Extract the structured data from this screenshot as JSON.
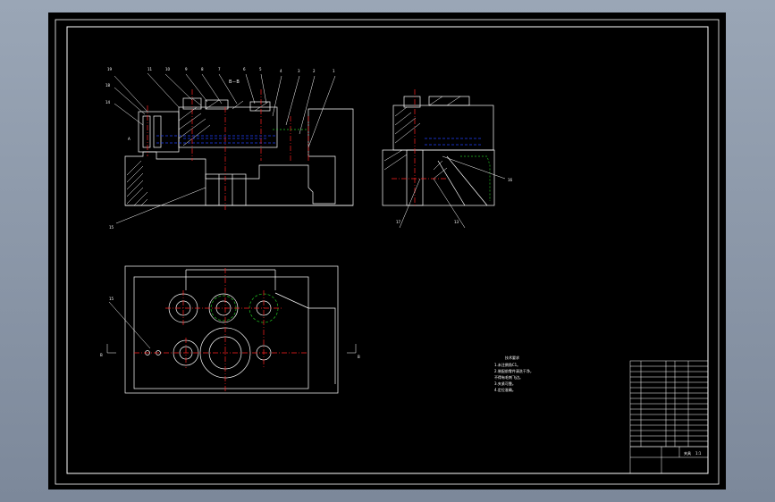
{
  "canvas": {
    "background": "#8a96a6",
    "sheet_background": "#000000",
    "line_color": "#ffffff",
    "center_line_color": "#ff2020",
    "hidden_line_color": "#2040ff",
    "alt_line_color": "#20c020"
  },
  "drawing": {
    "section_label": "B－B",
    "part_labels": [
      "19",
      "11",
      "10",
      "9",
      "8",
      "7",
      "6",
      "5",
      "4",
      "3",
      "2",
      "1"
    ],
    "left_labels": [
      "18",
      "14"
    ],
    "bottom_left_label": "15",
    "view_marker_a": "A",
    "side_view_label": "16",
    "side_bottom_labels": [
      "17",
      "13"
    ],
    "plan_label": "15",
    "plan_marker_left": "B",
    "plan_marker_right": "B"
  },
  "notes": {
    "title": "技术要求",
    "lines": [
      "1.未注倒角C1。",
      "2.装配前零件清洗干净，",
      "不得有毛刺飞边。",
      "3.夹紧可靠。",
      "4.定位准确。"
    ]
  },
  "title_block": {
    "name": "夹具",
    "scale": "1:1"
  }
}
